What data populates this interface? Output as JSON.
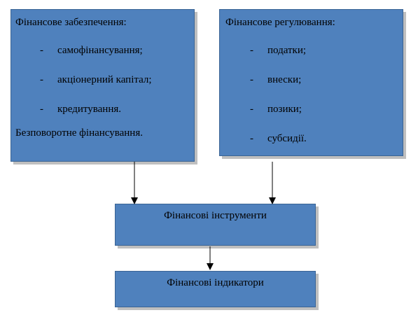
{
  "left_box": {
    "title": "Фінансове забезпечення:",
    "items": [
      {
        "dash": "-",
        "label": "самофінансування;"
      },
      {
        "dash": "-",
        "label": "акціонерний капітал;"
      },
      {
        "dash": "-",
        "label": "кредитування."
      }
    ],
    "footer": "Безповоротне фінансування."
  },
  "right_box": {
    "title": "Фінансове регулювання:",
    "items": [
      {
        "dash": "-",
        "label": "податки;"
      },
      {
        "dash": "-",
        "label": "внески;"
      },
      {
        "dash": "-",
        "label": "позики;"
      },
      {
        "dash": "-",
        "label": "субсидії."
      }
    ]
  },
  "instruments_box": {
    "label": "Фінансові інструменти"
  },
  "indicators_box": {
    "label": "Фінансові індикатори"
  },
  "colors": {
    "box_fill": "#4f81bd",
    "box_shadow": "#bfbfbf",
    "arrow": "#000000"
  }
}
